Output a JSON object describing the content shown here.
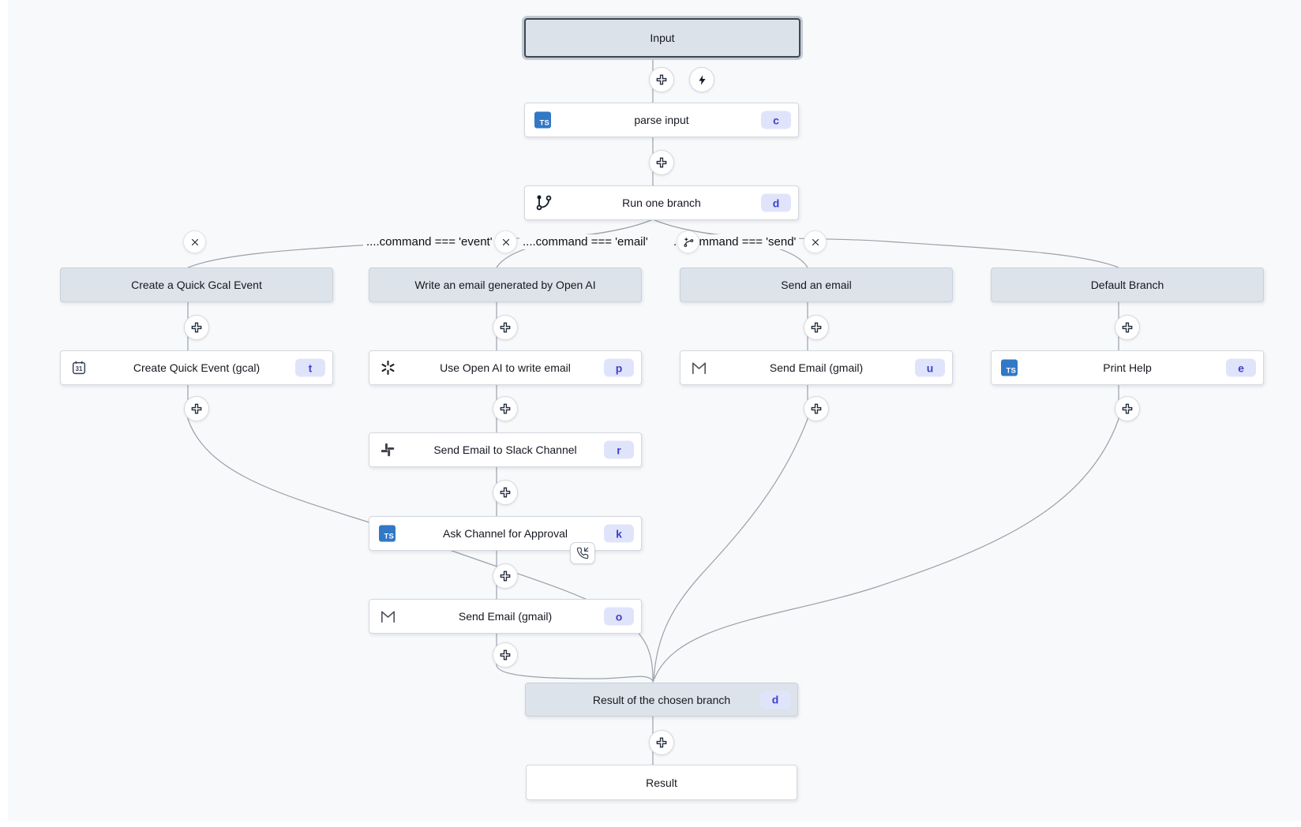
{
  "canvas": {
    "background": "#f8f9fb",
    "edge_color": "#9aa1a9"
  },
  "colors": {
    "badge_bg": "#e0e4fb",
    "badge_text": "#4040c9",
    "header_bg": "#dde3ea",
    "typescript_blue": "#3178c6",
    "selected_node_bg": "#dbe2ea"
  },
  "top_chain": {
    "input": {
      "label": "Input"
    },
    "parse_step": {
      "label": "parse input",
      "badge": "c",
      "icon": "typescript-icon"
    },
    "branch_step": {
      "label": "Run one branch",
      "badge": "d",
      "icon": "git-branch-icon"
    }
  },
  "branches": [
    {
      "header": "Create a Quick Gcal Event",
      "condition": "....command === 'event'",
      "steps": [
        {
          "label": "Create Quick Event (gcal)",
          "badge": "t",
          "icon": "calendar-icon"
        }
      ]
    },
    {
      "header": "Write an email generated by Open AI",
      "condition": "....command === 'email'",
      "steps": [
        {
          "label": "Use Open AI to write email",
          "badge": "p",
          "icon": "openai-icon"
        },
        {
          "label": "Send Email to Slack Channel",
          "badge": "r",
          "icon": "slack-icon"
        },
        {
          "label": "Ask Channel for Approval",
          "badge": "k",
          "icon": "typescript-icon",
          "overlay": "phone-incoming-icon"
        },
        {
          "label": "Send Email (gmail)",
          "badge": "o",
          "icon": "gmail-icon"
        }
      ]
    },
    {
      "header": "Send an email",
      "condition": "....command === 'send'",
      "steps": [
        {
          "label": "Send Email (gmail)",
          "badge": "u",
          "icon": "gmail-icon"
        }
      ]
    },
    {
      "header": "Default Branch",
      "steps": [
        {
          "label": "Print Help",
          "badge": "e",
          "icon": "typescript-icon"
        }
      ]
    }
  ],
  "bottom_chain": {
    "merge": {
      "label": "Result of the chosen branch",
      "badge": "d"
    },
    "result": {
      "label": "Result"
    }
  }
}
